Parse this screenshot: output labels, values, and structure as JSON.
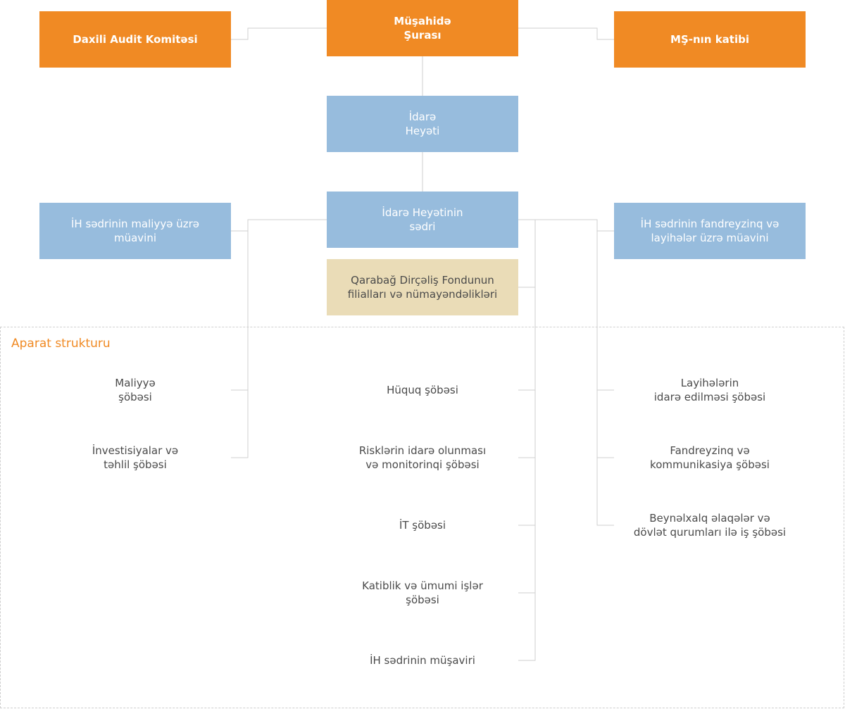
{
  "top": {
    "musahide_surasi": "Müşahidə\nŞurası",
    "daxili_audit": "Daxili Audit Komitəsi",
    "ms_katibi": "MŞ-nın katibi"
  },
  "management": {
    "idare_heyeti": "İdarə\nHeyəti",
    "ih_sedri": "İdarə Heyətinin\nsədri",
    "maliyye_muavini": "İH sədrinin maliyyə üzrə\nmüavini",
    "fandreyzinq_muavini": "İH sədrinin fandreyzinq və\nlayihələr üzrə müavini",
    "filiallar": "Qarabağ Dirçəliş Fondunun\nfilialları və nümayəndəlikləri"
  },
  "aparat": {
    "title": "Aparat strukturu",
    "left_departments": [
      "Maliyyə\nşöbəsi",
      "İnvestisiyalar və\ntəhlil şöbəsi"
    ],
    "center_departments": [
      "Hüquq şöbəsi",
      "Risklərin idarə olunması\nvə monitorinqi şöbəsi",
      "İT şöbəsi",
      "Katiblik və ümumi işlər\nşöbəsi",
      "İH sədrinin müşaviri"
    ],
    "right_departments": [
      "Layihələrin\nidarə edilməsi şöbəsi",
      "Fandreyzinq və\nkommunikasiya şöbəsi",
      "Beynəlxalq əlaqələr və\ndövlət qurumları ilə iş şöbəsi"
    ]
  },
  "colors": {
    "orange": "#f08a24",
    "blue": "#97bcdd",
    "beige": "#eadcb7",
    "text": "#4a4a4a",
    "line": "#cfcfcf"
  }
}
